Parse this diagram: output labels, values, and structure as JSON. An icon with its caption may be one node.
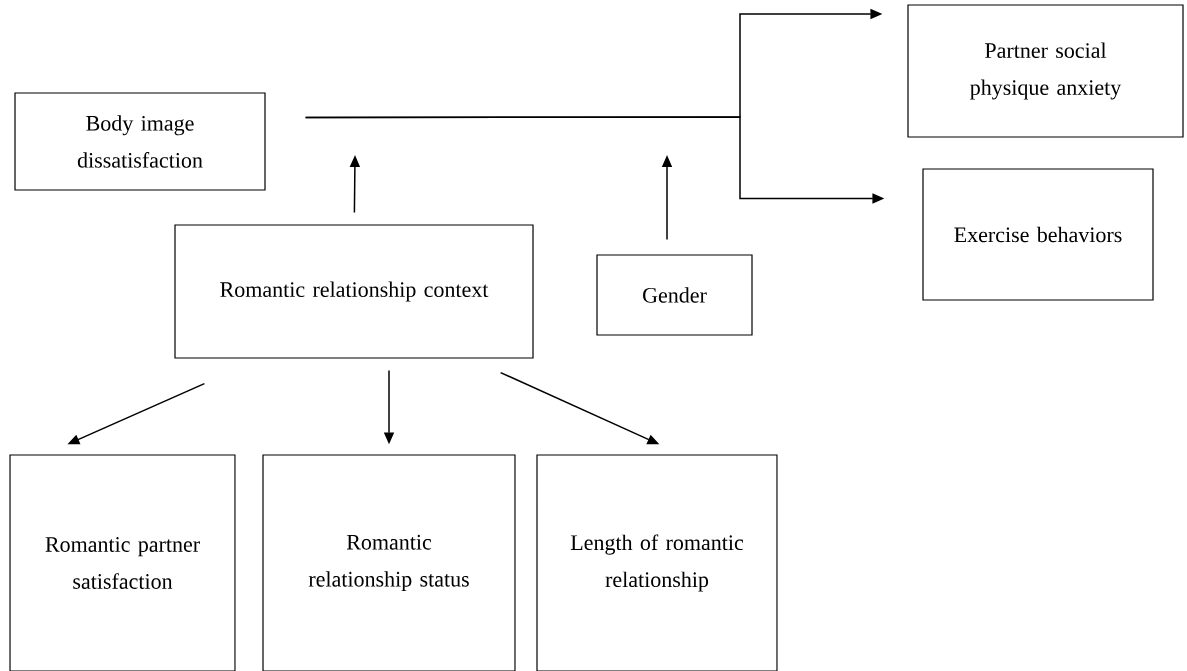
{
  "diagram": {
    "nodes": [
      {
        "text": [
          "Body image dissatisfaction"
        ]
      },
      {
        "text": [
          "Partner social physique anxiety"
        ]
      },
      {
        "text": [
          "Exercise behaviors"
        ]
      },
      {
        "text": [
          "Romantic relationship context"
        ]
      },
      {
        "text": [
          "Gender"
        ]
      },
      {
        "text": [
          "Romantic partner satisfaction"
        ]
      },
      {
        "text": [
          "Romantic relationship status"
        ]
      },
      {
        "text": [
          "Length of romantic relationship"
        ]
      }
    ],
    "edges": [
      {
        "from": 0,
        "to": 1,
        "arrow": "to"
      },
      {
        "from": 0,
        "to": 2,
        "arrow": "to"
      },
      {
        "from": 3,
        "to": null,
        "arrow": "to"
      },
      {
        "from": 4,
        "to": null,
        "arrow": "to"
      },
      {
        "from": 3,
        "to": 5,
        "arrow": "to"
      },
      {
        "from": 3,
        "to": 6,
        "arrow": "to"
      },
      {
        "from": 3,
        "to": 7,
        "arrow": "to"
      }
    ]
  }
}
